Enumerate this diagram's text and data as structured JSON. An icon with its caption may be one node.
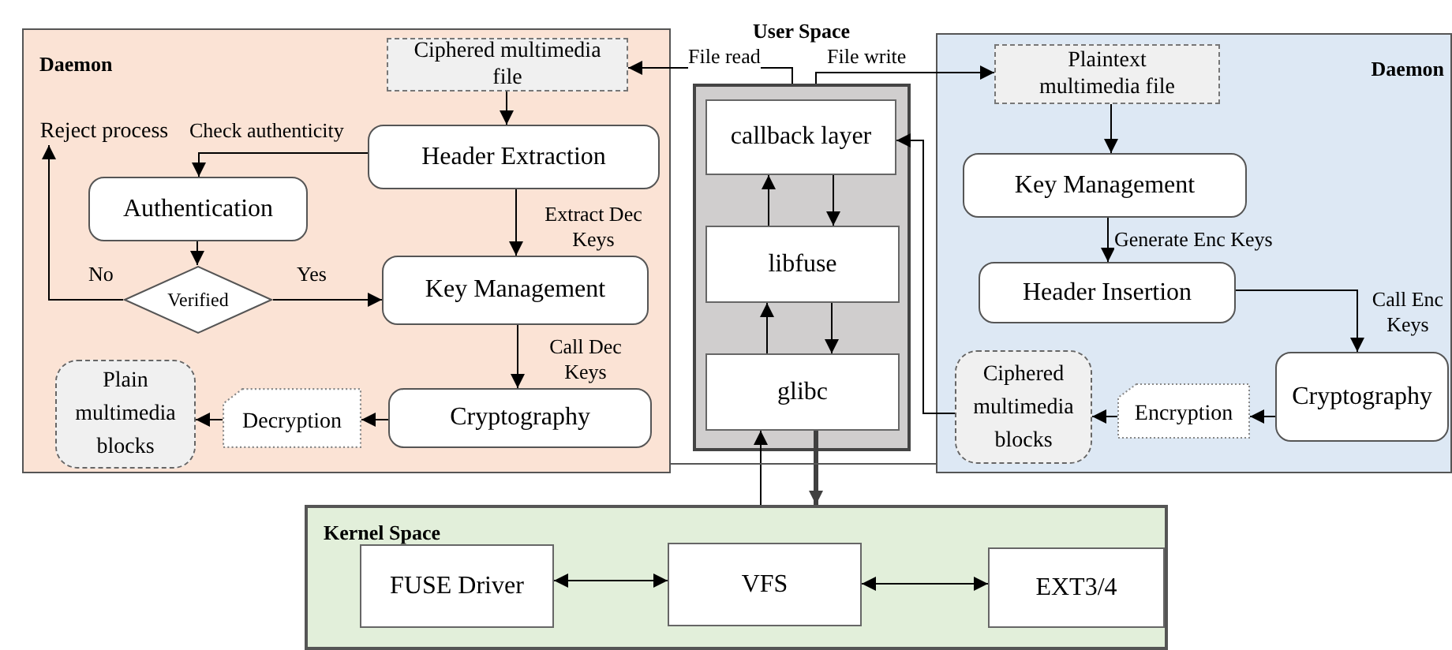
{
  "diagram": {
    "nodes": [
      {
        "text": [
          "Daemon"
        ]
      },
      {
        "text": [
          "Ciphered multimedia file"
        ],
        "in": 0
      },
      {
        "text": [
          "Header Extraction"
        ],
        "in": 0
      },
      {
        "text": [
          "Authentication"
        ],
        "in": 0
      },
      {
        "text": [
          "Verified"
        ],
        "in": 0
      },
      {
        "text": [
          "Key Management"
        ],
        "in": 0
      },
      {
        "text": [
          "Cryptography"
        ],
        "in": 0
      },
      {
        "text": [
          "Decryption"
        ],
        "in": 0
      },
      {
        "text": [
          "Plain multimedia blocks"
        ],
        "in": 0
      },
      {
        "text": [
          "Reject process"
        ],
        "in": 0
      },
      {
        "text": [
          "User Space"
        ]
      },
      {
        "text": [
          "callback layer"
        ],
        "in": 10
      },
      {
        "text": [
          "libfuse"
        ],
        "in": 10
      },
      {
        "text": [
          "glibc"
        ],
        "in": 10
      },
      {
        "text": [
          "Daemon"
        ]
      },
      {
        "text": [
          "Plaintext multimedia file"
        ],
        "in": 14
      },
      {
        "text": [
          "Key Management"
        ],
        "in": 14
      },
      {
        "text": [
          "Header Insertion"
        ],
        "in": 14
      },
      {
        "text": [
          "Cryptography"
        ],
        "in": 14
      },
      {
        "text": [
          "Encryption"
        ],
        "in": 14
      },
      {
        "text": [
          "Ciphered multimedia blocks"
        ],
        "in": 14
      },
      {
        "text": [
          "Kernel Space"
        ]
      },
      {
        "text": [
          "FUSE Driver"
        ],
        "in": 21
      },
      {
        "text": [
          "VFS"
        ],
        "in": 21
      },
      {
        "text": [
          "EXT3/4"
        ],
        "in": 21
      }
    ],
    "edges": [
      {
        "from": 10,
        "to": 1,
        "arrow": "to",
        "label": "File read"
      },
      {
        "from": 10,
        "to": 15,
        "arrow": "to",
        "label": "File write"
      },
      {
        "from": 1,
        "to": 2,
        "arrow": "to"
      },
      {
        "from": 2,
        "to": 3,
        "arrow": "to",
        "label": "Check authenticity"
      },
      {
        "from": 2,
        "to": 5,
        "arrow": "to",
        "label": "Extract Dec Keys"
      },
      {
        "from": 3,
        "to": 4,
        "arrow": "to"
      },
      {
        "from": 4,
        "to": 5,
        "arrow": "to",
        "label": "Yes"
      },
      {
        "from": 4,
        "to": 9,
        "arrow": "to",
        "label": "No"
      },
      {
        "from": 5,
        "to": 6,
        "arrow": "to",
        "label": "Call Dec Keys"
      },
      {
        "from": 6,
        "to": 7,
        "arrow": "to"
      },
      {
        "from": 7,
        "to": 8,
        "arrow": "to"
      },
      {
        "from": 15,
        "to": 16,
        "arrow": "to"
      },
      {
        "from": 16,
        "to": 17,
        "arrow": "to",
        "label": "Generate Enc Keys"
      },
      {
        "from": 17,
        "to": 18,
        "arrow": "to",
        "label": "Call Enc Keys"
      },
      {
        "from": 18,
        "to": 19,
        "arrow": "to"
      },
      {
        "from": 19,
        "to": 20,
        "arrow": "to"
      },
      {
        "from": 20,
        "to": 11,
        "arrow": "to"
      },
      {
        "from": 11,
        "to": 12,
        "arrow": "to"
      },
      {
        "from": 12,
        "to": 11,
        "arrow": "to"
      },
      {
        "from": 12,
        "to": 13,
        "arrow": "to"
      },
      {
        "from": 13,
        "to": 12,
        "arrow": "to"
      },
      {
        "from": 21,
        "to": 13,
        "arrow": "to"
      },
      {
        "from": 13,
        "to": 21,
        "arrow": "to",
        "style": "thick",
        "color": "#404040"
      },
      {
        "from": 22,
        "to": 23,
        "arrow": "both"
      },
      {
        "from": 23,
        "to": 24,
        "arrow": "both"
      },
      {
        "from": 0,
        "to": 14,
        "arrow": "none",
        "color": "#555555"
      }
    ]
  }
}
